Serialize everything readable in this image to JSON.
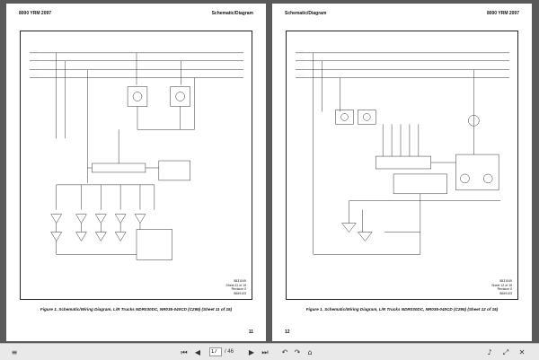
{
  "left_page": {
    "header_left": "8000 YRM 2097",
    "header_right": "Schematic/Diagram",
    "sheet_box": [
      "8831049",
      "Sheet 11 of 15",
      "Revision 0",
      "8669103"
    ],
    "caption": "Figure 1. Schematic/Wiring Diagram, L/R Trucks NDR030DC, NR035-040CD (C295) (Sheet 11 of 15)",
    "page_number": "11"
  },
  "right_page": {
    "header_left": "Schematic/Diagram",
    "header_right": "8000 YRM 2097",
    "sheet_box": [
      "8831049",
      "Sheet 12 of 15",
      "Revision 0",
      "8669103"
    ],
    "caption": "Figure 1. Schematic/Wiring Diagram, L/R Trucks NDR030DC, NR035-040CD (C295) (Sheet 12 of 15)",
    "page_number": "12"
  },
  "toolbar": {
    "current_page": "17",
    "total_pages": "/ 46",
    "icons": [
      "first-page-icon",
      "prev-page-icon",
      "next-page-icon",
      "last-page-icon",
      "back-icon",
      "forward-icon",
      "home-icon",
      "menu-icon",
      "sound-icon",
      "fullscreen-icon",
      "close-icon"
    ],
    "glyphs": {
      "first": "⏮",
      "prev": "◀",
      "next": "▶",
      "last": "⏭",
      "back": "↶",
      "forward": "↷",
      "home": "⌂",
      "menu": "≡",
      "sound": "♪",
      "fullscreen": "⤢",
      "close": "✕"
    }
  }
}
